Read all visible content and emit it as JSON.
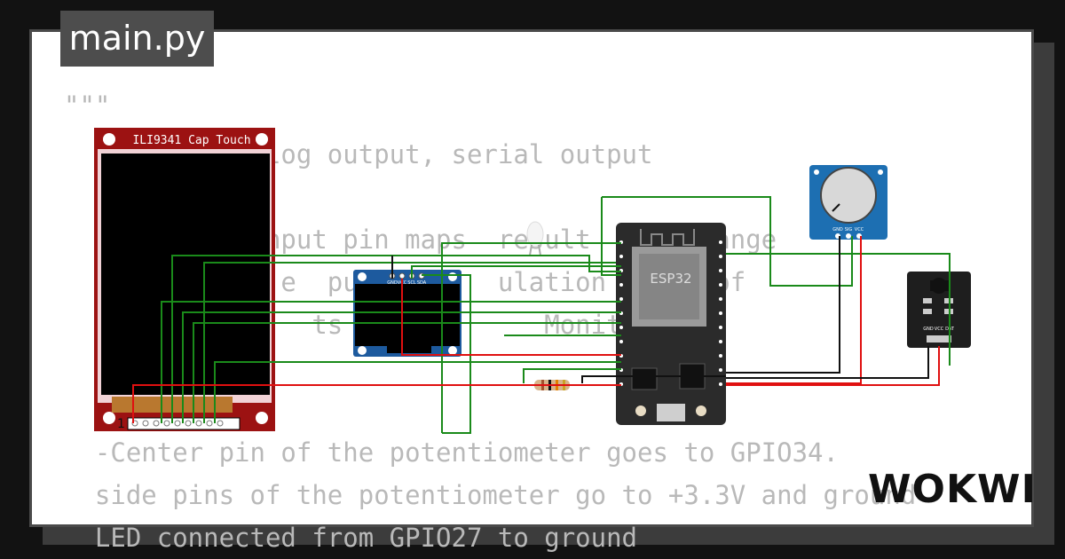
{
  "editor": {
    "file_tab": "main.py",
    "code_lines": [
      "\"\"\"",
      "      ut, analog output, serial output",
      "",
      "      nalog input pin maps  result  to a range",
      "       to s   e  pulse wi   ulation (PWM) of",
      "      s the     ts to the      Monitor.",
      "",
      "     :",
      "  -Center pin of the potentiometer goes to GPIO34.",
      "  side pins of the potentiometer go to +3.3V and ground",
      "  LED connected from GPIO27 to ground"
    ]
  },
  "circuit": {
    "display_label": "ILI9341 Cap Touch",
    "display_pin1_label": "1",
    "oled_pin_labels": [
      "GND",
      "VCC",
      "SCL",
      "SDA"
    ],
    "mcu_label": "ESP32",
    "pot_pin_labels": [
      "GND",
      "SIG",
      "VCC"
    ],
    "sensor_pin_labels": [
      "GND",
      "VCC",
      "DAT"
    ],
    "colors": {
      "wire_green": "#1a8a1a",
      "wire_red": "#e01010",
      "wire_black": "#111111",
      "display_board": "#9c1212",
      "oled_board": "#1d5a9e",
      "esp32_board": "#2b2b2b",
      "pot_board": "#1d6fb2"
    }
  },
  "brand": {
    "logo_text": "WOKWI"
  }
}
